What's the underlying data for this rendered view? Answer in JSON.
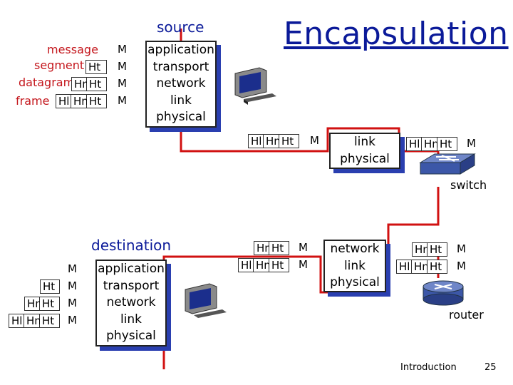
{
  "slide": {
    "title": "Encapsulation",
    "source_label": "source",
    "destination_label": "destination",
    "footer_text": "Introduction",
    "page_number": "25"
  },
  "source_legend": {
    "message": "message",
    "segment": "segment",
    "datagram": "datagram",
    "frame": "frame"
  },
  "headers": {
    "M": "M",
    "Ht": "Ht",
    "Hn": "Hn",
    "Hl": "Hl"
  },
  "source_stack": [
    "application",
    "transport",
    "network",
    "link",
    "physical"
  ],
  "destination_stack": [
    "application",
    "transport",
    "network",
    "link",
    "physical"
  ],
  "switch_stack": [
    "link",
    "physical"
  ],
  "router_stack": [
    "network",
    "link",
    "physical"
  ],
  "device_labels": {
    "switch": "switch",
    "router": "router"
  },
  "colors": {
    "path": "#d11111",
    "title": "#0b1a99",
    "shadow": "#2a3fb0"
  }
}
